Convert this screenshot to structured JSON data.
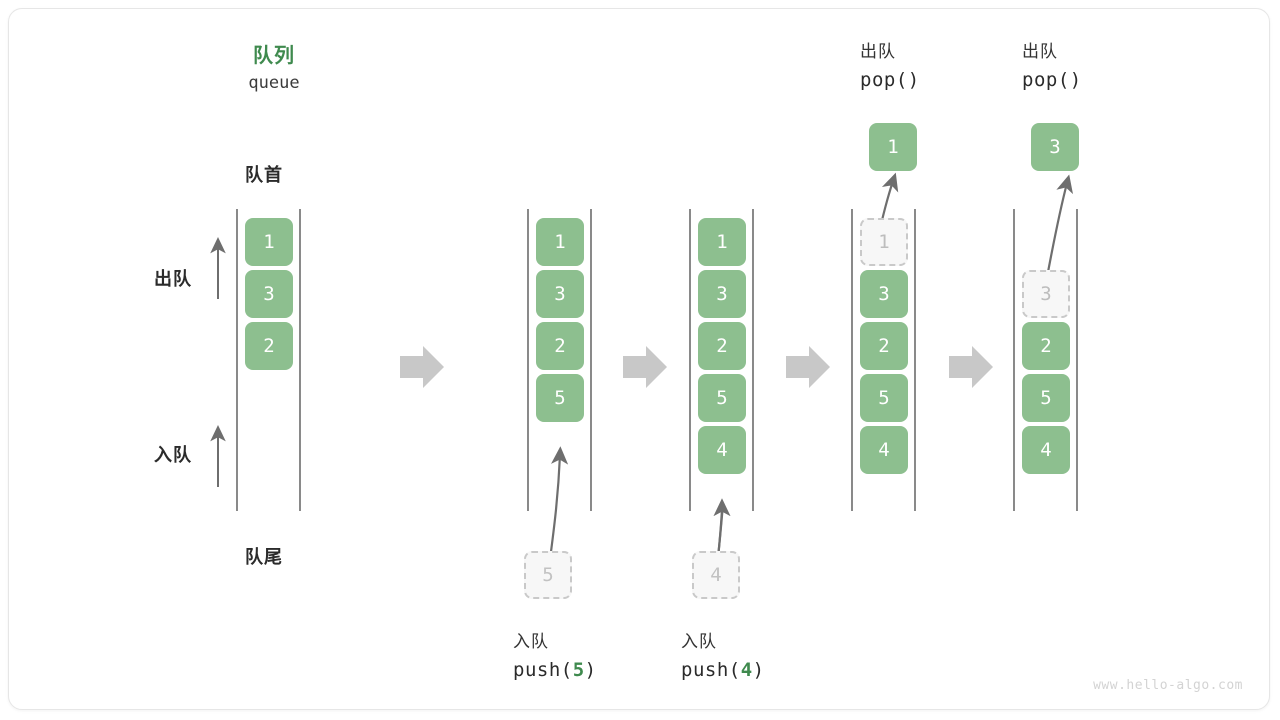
{
  "diagram": {
    "title_cn": "队列",
    "title_en": "queue",
    "head_label": "队首",
    "tail_label": "队尾",
    "dequeue_label": "出队",
    "enqueue_label": "入队",
    "watermark": "www.hello-algo.com",
    "accent_green": "#3f8a4e",
    "cell_green": "#8dbf8f",
    "arrow_gray": "#c8c8c8",
    "line_gray": "#6e6e6e"
  },
  "steps": [
    {
      "id": "initial",
      "cells": [
        "1",
        "3",
        "2"
      ],
      "ghost_index": null,
      "incoming": null,
      "popped": null,
      "op_cn": null,
      "op_code": null
    },
    {
      "id": "push-5",
      "cells": [
        "1",
        "3",
        "2",
        "5"
      ],
      "ghost_index": null,
      "incoming": "5",
      "popped": null,
      "op_cn": "入队",
      "op_code_prefix": "push(",
      "op_code_num": "5",
      "op_code_suffix": ")"
    },
    {
      "id": "push-4",
      "cells": [
        "1",
        "3",
        "2",
        "5",
        "4"
      ],
      "ghost_index": null,
      "incoming": "4",
      "popped": null,
      "op_cn": "入队",
      "op_code_prefix": "push(",
      "op_code_num": "4",
      "op_code_suffix": ")"
    },
    {
      "id": "pop-1",
      "cells": [
        "1",
        "3",
        "2",
        "5",
        "4"
      ],
      "ghost_index": 0,
      "incoming": null,
      "popped": "1",
      "op_cn": "出队",
      "op_code_prefix": "pop(",
      "op_code_num": "",
      "op_code_suffix": ")"
    },
    {
      "id": "pop-3",
      "cells": [
        "3",
        "2",
        "5",
        "4"
      ],
      "ghost_index": 0,
      "incoming": null,
      "popped": "3",
      "op_cn": "出队",
      "op_code_prefix": "pop(",
      "op_code_num": "",
      "op_code_suffix": ")"
    }
  ],
  "separators": [
    "arrow-right",
    "arrow-right",
    "arrow-right",
    "arrow-right"
  ]
}
